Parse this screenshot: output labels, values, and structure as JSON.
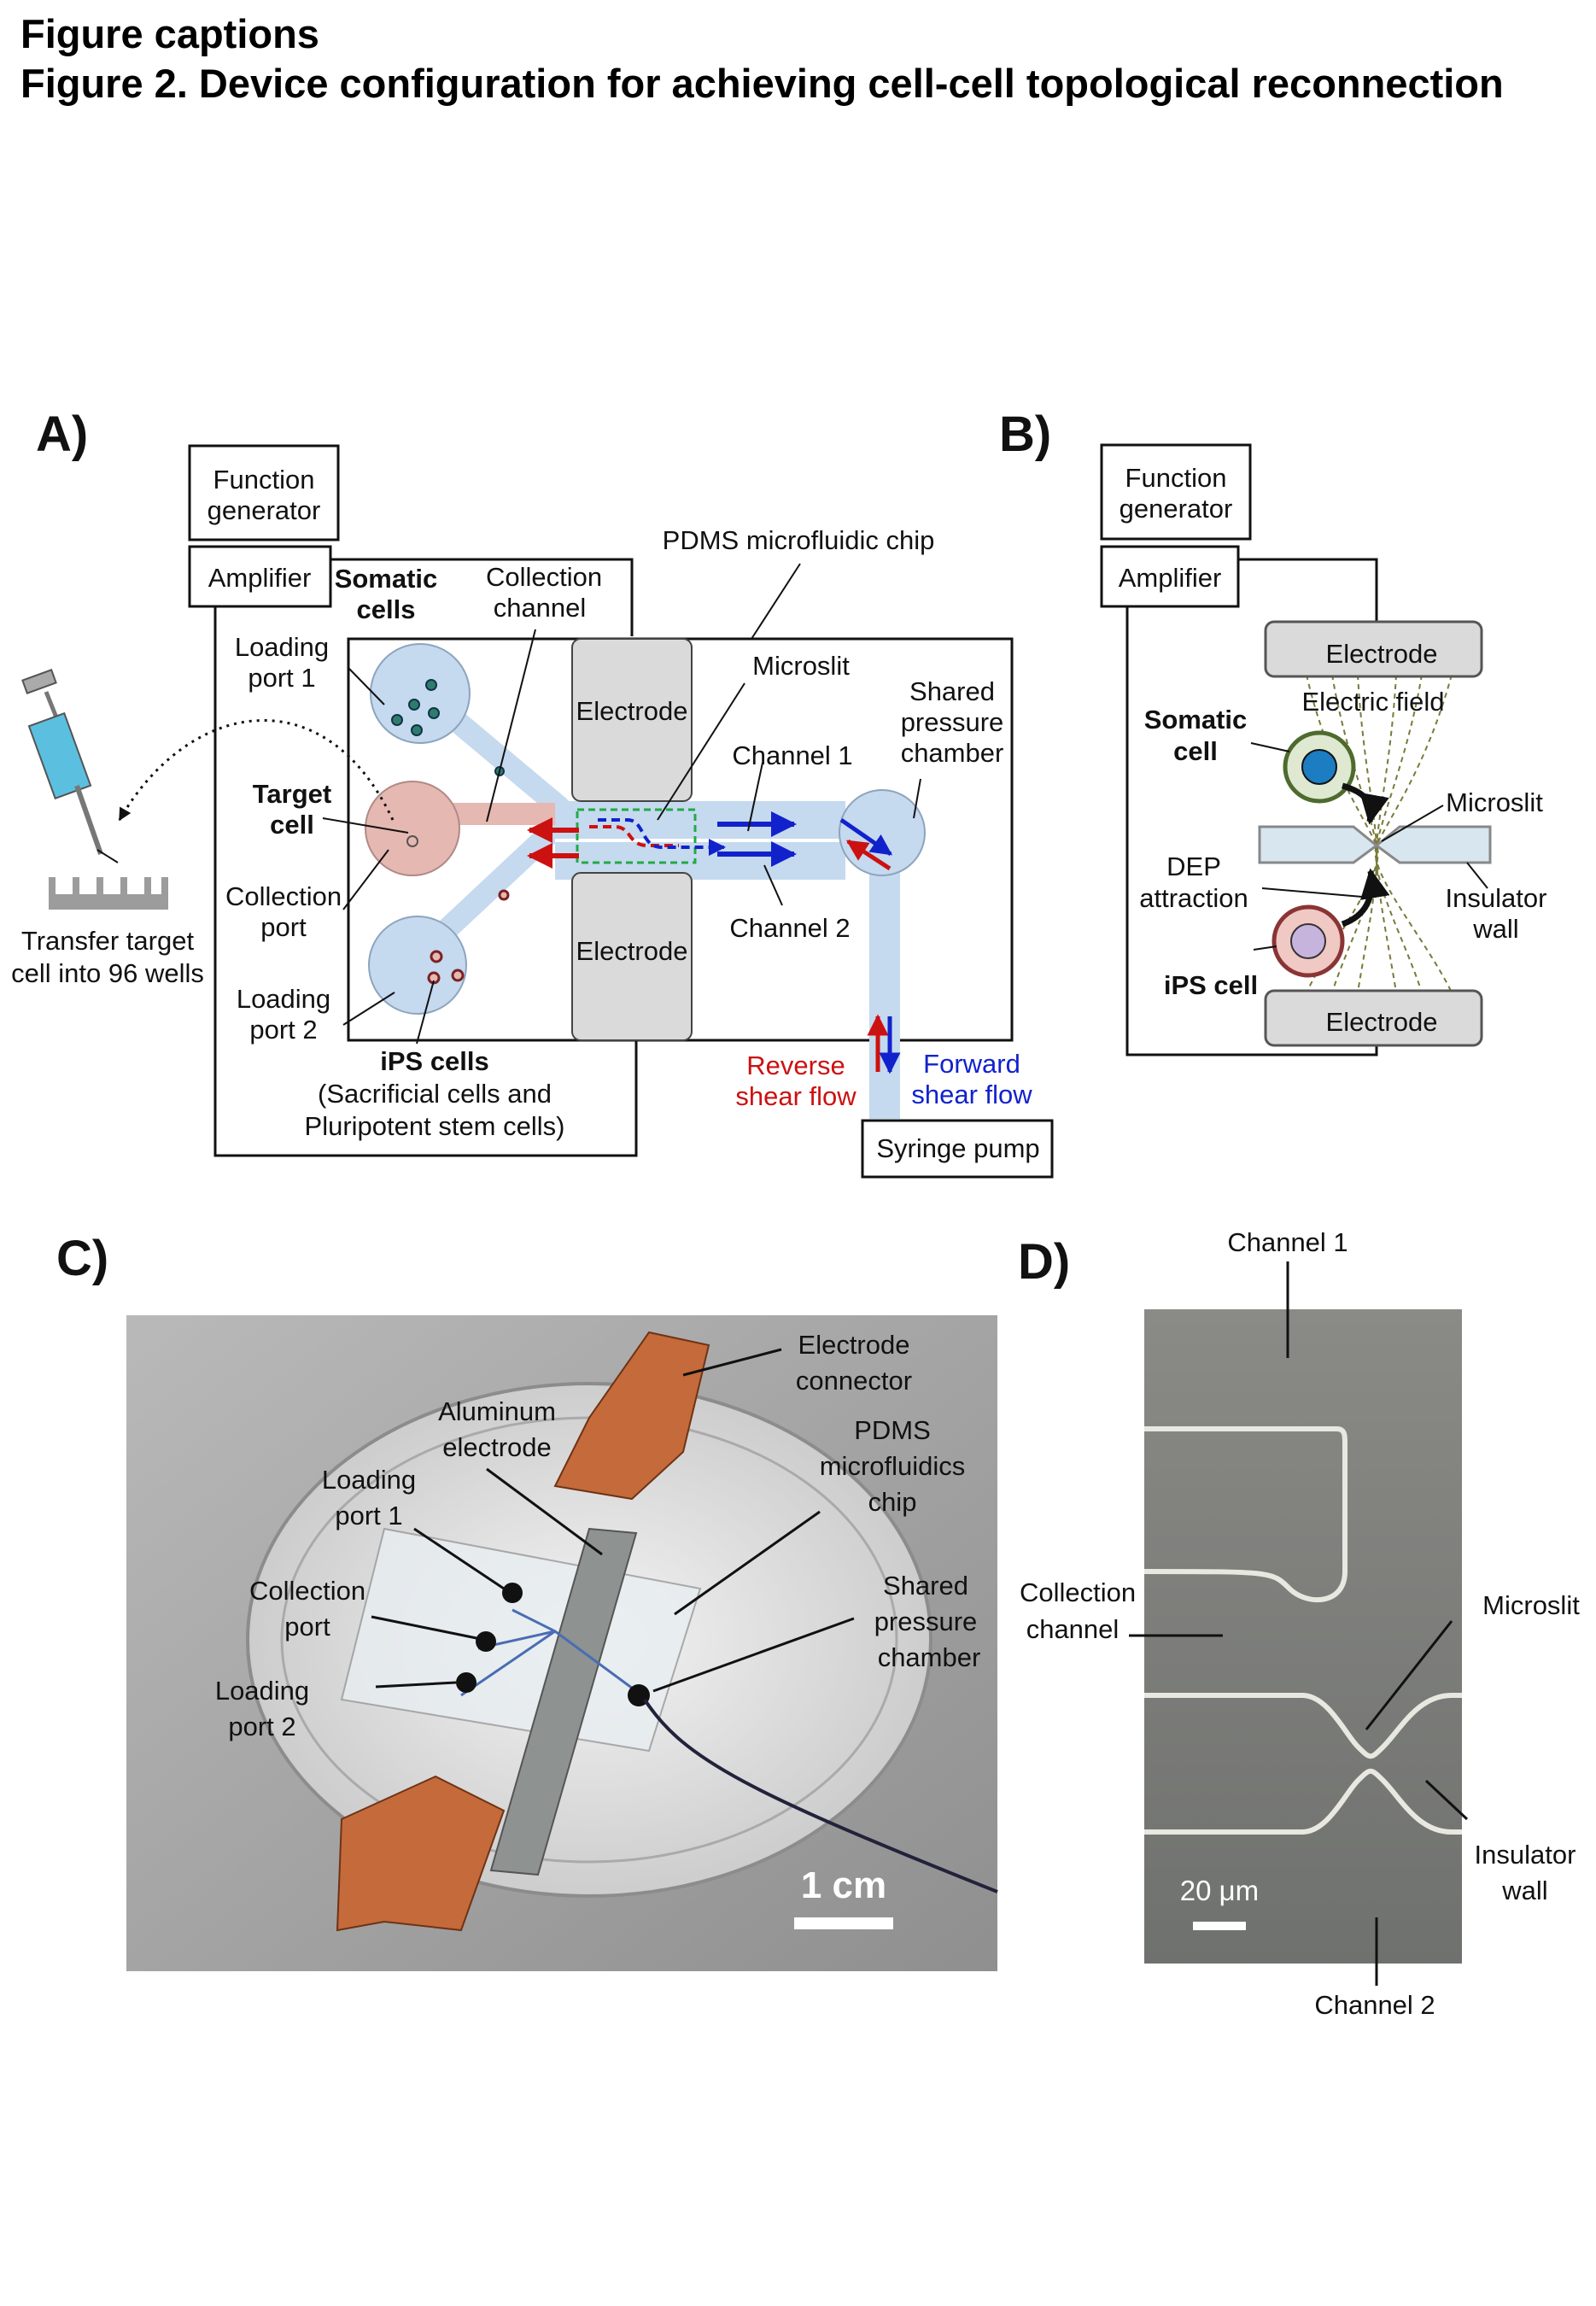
{
  "caption": {
    "heading": "Figure captions",
    "title": "Figure 2. Device configuration for achieving cell-cell topological reconnection"
  },
  "panel_a": {
    "letter": "A)",
    "function_generator": [
      "Function",
      "generator"
    ],
    "amplifier": "Amplifier",
    "somatic_cells": [
      "Somatic",
      "cells"
    ],
    "collection_channel": [
      "Collection",
      "channel"
    ],
    "pdms_chip": "PDMS microfluidic chip",
    "loading_port_1": [
      "Loading",
      "port 1"
    ],
    "electrode_top": "Electrode",
    "electrode_bottom": "Electrode",
    "microslit": "Microslit",
    "shared_chamber": [
      "Shared",
      "pressure",
      "chamber"
    ],
    "channel_1": "Channel 1",
    "channel_2": "Channel 2",
    "target_cell": [
      "Target",
      "cell"
    ],
    "collection_port": [
      "Collection",
      "port"
    ],
    "loading_port_2": [
      "Loading",
      "port 2"
    ],
    "ips_cells": "iPS cells",
    "ips_note": [
      "(Sacrificial cells and",
      "Pluripotent stem cells)"
    ],
    "reverse_flow": [
      "Reverse",
      "shear flow"
    ],
    "forward_flow": [
      "Forward",
      "shear flow"
    ],
    "syringe_pump": "Syringe pump",
    "transfer": [
      "Transfer target",
      "cell into 96 wells"
    ]
  },
  "panel_b": {
    "letter": "B)",
    "function_generator": [
      "Function",
      "generator"
    ],
    "amplifier": "Amplifier",
    "electrode_top": "Electrode",
    "electrode_bottom": "Electrode",
    "electric_field": "Electric field",
    "somatic_cell": [
      "Somatic",
      "cell"
    ],
    "microslit": "Microslit",
    "dep": [
      "DEP",
      "attraction"
    ],
    "insulator": [
      "Insulator",
      "wall"
    ],
    "ips_cell": "iPS cell"
  },
  "panel_c": {
    "letter": "C)",
    "electrode_connector": [
      "Electrode",
      "connector"
    ],
    "aluminum_electrode": [
      "Aluminum",
      "electrode"
    ],
    "pdms": [
      "PDMS",
      "microfluidics",
      "chip"
    ],
    "loading_port_1": [
      "Loading",
      "port 1"
    ],
    "collection_port": [
      "Collection",
      "port"
    ],
    "shared_chamber": [
      "Shared",
      "pressure",
      "chamber"
    ],
    "loading_port_2": [
      "Loading",
      "port 2"
    ],
    "scale": "1 cm"
  },
  "panel_d": {
    "letter": "D)",
    "channel_1": "Channel 1",
    "collection_channel": [
      "Collection",
      "channel"
    ],
    "microslit": "Microslit",
    "insulator": [
      "Insulator",
      "wall"
    ],
    "scale": "20 μm",
    "channel_2": "Channel 2"
  },
  "colors": {
    "fluid": "#c5d9ef",
    "electrode": "#dadada",
    "target_cell": "#e6b8b2",
    "copper": "#c56a3a",
    "reverse_arrow": "#cc1111",
    "forward_arrow": "#1122cc",
    "microslit_box": "#22aa44"
  }
}
